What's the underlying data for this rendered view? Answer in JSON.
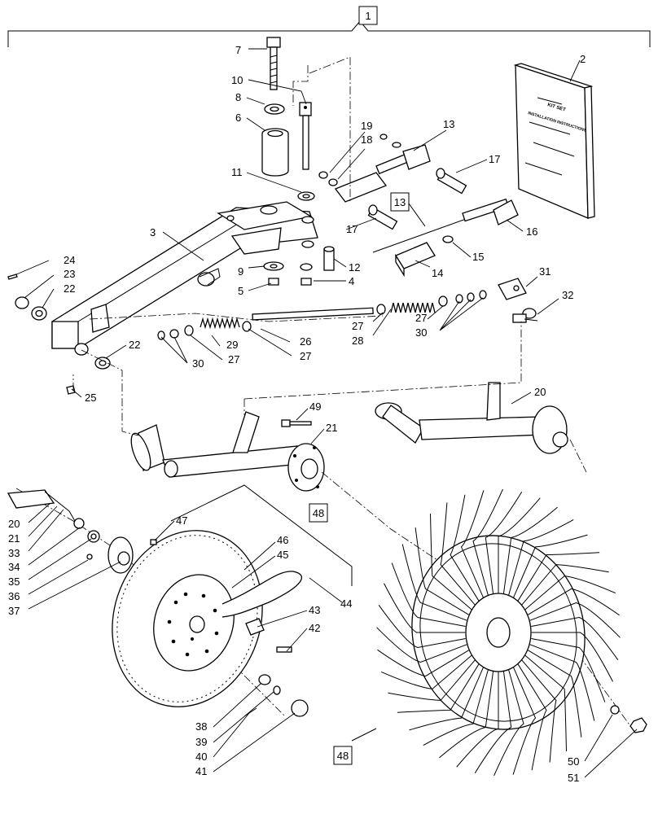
{
  "diagram": {
    "assembly_label": "1",
    "boxed_labels": {
      "kit_13": "13",
      "rotor_48_upper": "48",
      "rotor_48_lower": "48"
    },
    "manual": {
      "title_line1": "KIT SET",
      "title_line2": "INSTALLATION INSTRUCTIONS"
    },
    "callouts": {
      "c2": "2",
      "c3": "3",
      "c4": "4",
      "c5": "5",
      "c6": "6",
      "c7": "7",
      "c8": "8",
      "c9": "9",
      "c10": "10",
      "c11": "11",
      "c12": "12",
      "c13": "13",
      "c14": "14",
      "c15": "15",
      "c16": "16",
      "c17a": "17",
      "c17b": "17",
      "c18": "18",
      "c19": "19",
      "c20a": "20",
      "c20b": "20",
      "c21a": "21",
      "c21b": "21",
      "c22a": "22",
      "c22b": "22",
      "c23": "23",
      "c24": "24",
      "c25": "25",
      "c26": "26",
      "c27a": "27",
      "c27b": "27",
      "c27c": "27",
      "c28": "28",
      "c29": "29",
      "c30a": "30",
      "c30b": "30",
      "c31": "31",
      "c32": "32",
      "c33": "33",
      "c34": "34",
      "c35": "35",
      "c36": "36",
      "c37": "37",
      "c38": "38",
      "c39": "39",
      "c40": "40",
      "c41": "41",
      "c42": "42",
      "c43": "43",
      "c44": "44",
      "c45": "45",
      "c46": "46",
      "c47": "47",
      "c49": "49",
      "c50": "50",
      "c51": "51"
    }
  }
}
